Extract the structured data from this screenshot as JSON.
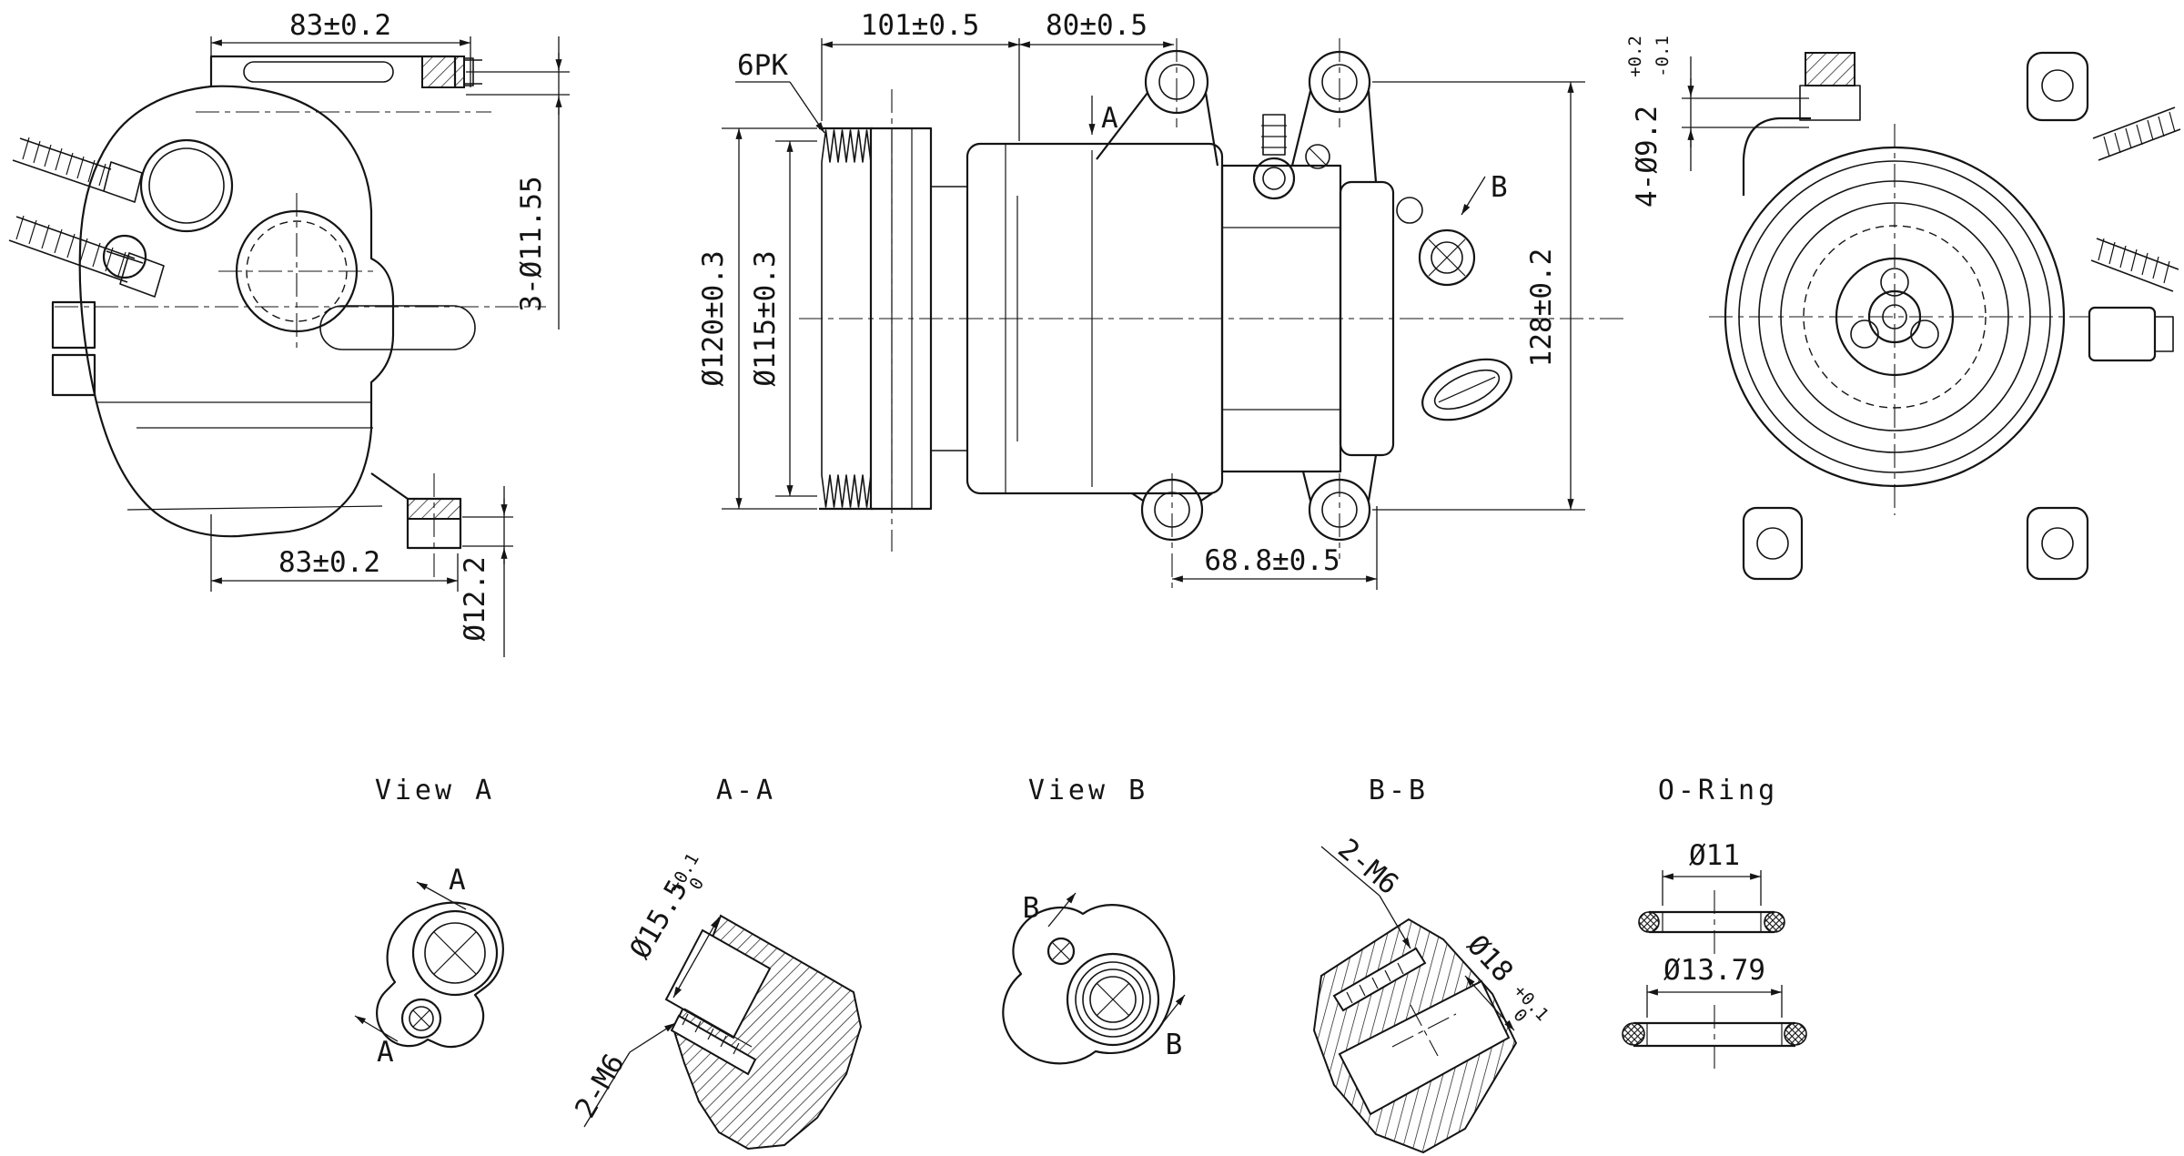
{
  "drawing": {
    "views": {
      "side": {
        "dim_top": "83±0.2",
        "dim_bolt_holes": "3-Ø11.55",
        "dim_bottom": "83±0.2",
        "dim_bottom_hole": "Ø12.2"
      },
      "front": {
        "belt_label": "6PK",
        "dim_top_left": "101±0.5",
        "dim_top_right": "80±0.5",
        "dim_pulley_outer": "Ø120±0.3",
        "dim_pulley_pitch": "Ø115±0.3",
        "dim_height": "128±0.2",
        "dim_bottom": "68.8±0.5",
        "marker_a": "A",
        "marker_b": "B"
      },
      "rear": {
        "dim_mount_holes": "4-Ø9.2",
        "tol_plus": "+0.2",
        "tol_minus": "-0.1"
      }
    },
    "details": {
      "view_a": {
        "title": "View A",
        "marker": "A"
      },
      "section_aa": {
        "title": "A-A",
        "dim_port": "Ø15.5",
        "tol_plus": "+0.1",
        "tol_minus": "0",
        "dim_thread": "2-M6"
      },
      "view_b": {
        "title": "View B",
        "marker": "B"
      },
      "section_bb": {
        "title": "B-B",
        "dim_thread": "2-M6",
        "dim_port": "Ø18",
        "tol_plus": "+0.1",
        "tol_minus": "0"
      },
      "oring": {
        "title": "O-Ring",
        "dim_small": "Ø11",
        "dim_large": "Ø13.79"
      }
    },
    "colors": {
      "line": "#141414",
      "background": "#ffffff"
    }
  }
}
